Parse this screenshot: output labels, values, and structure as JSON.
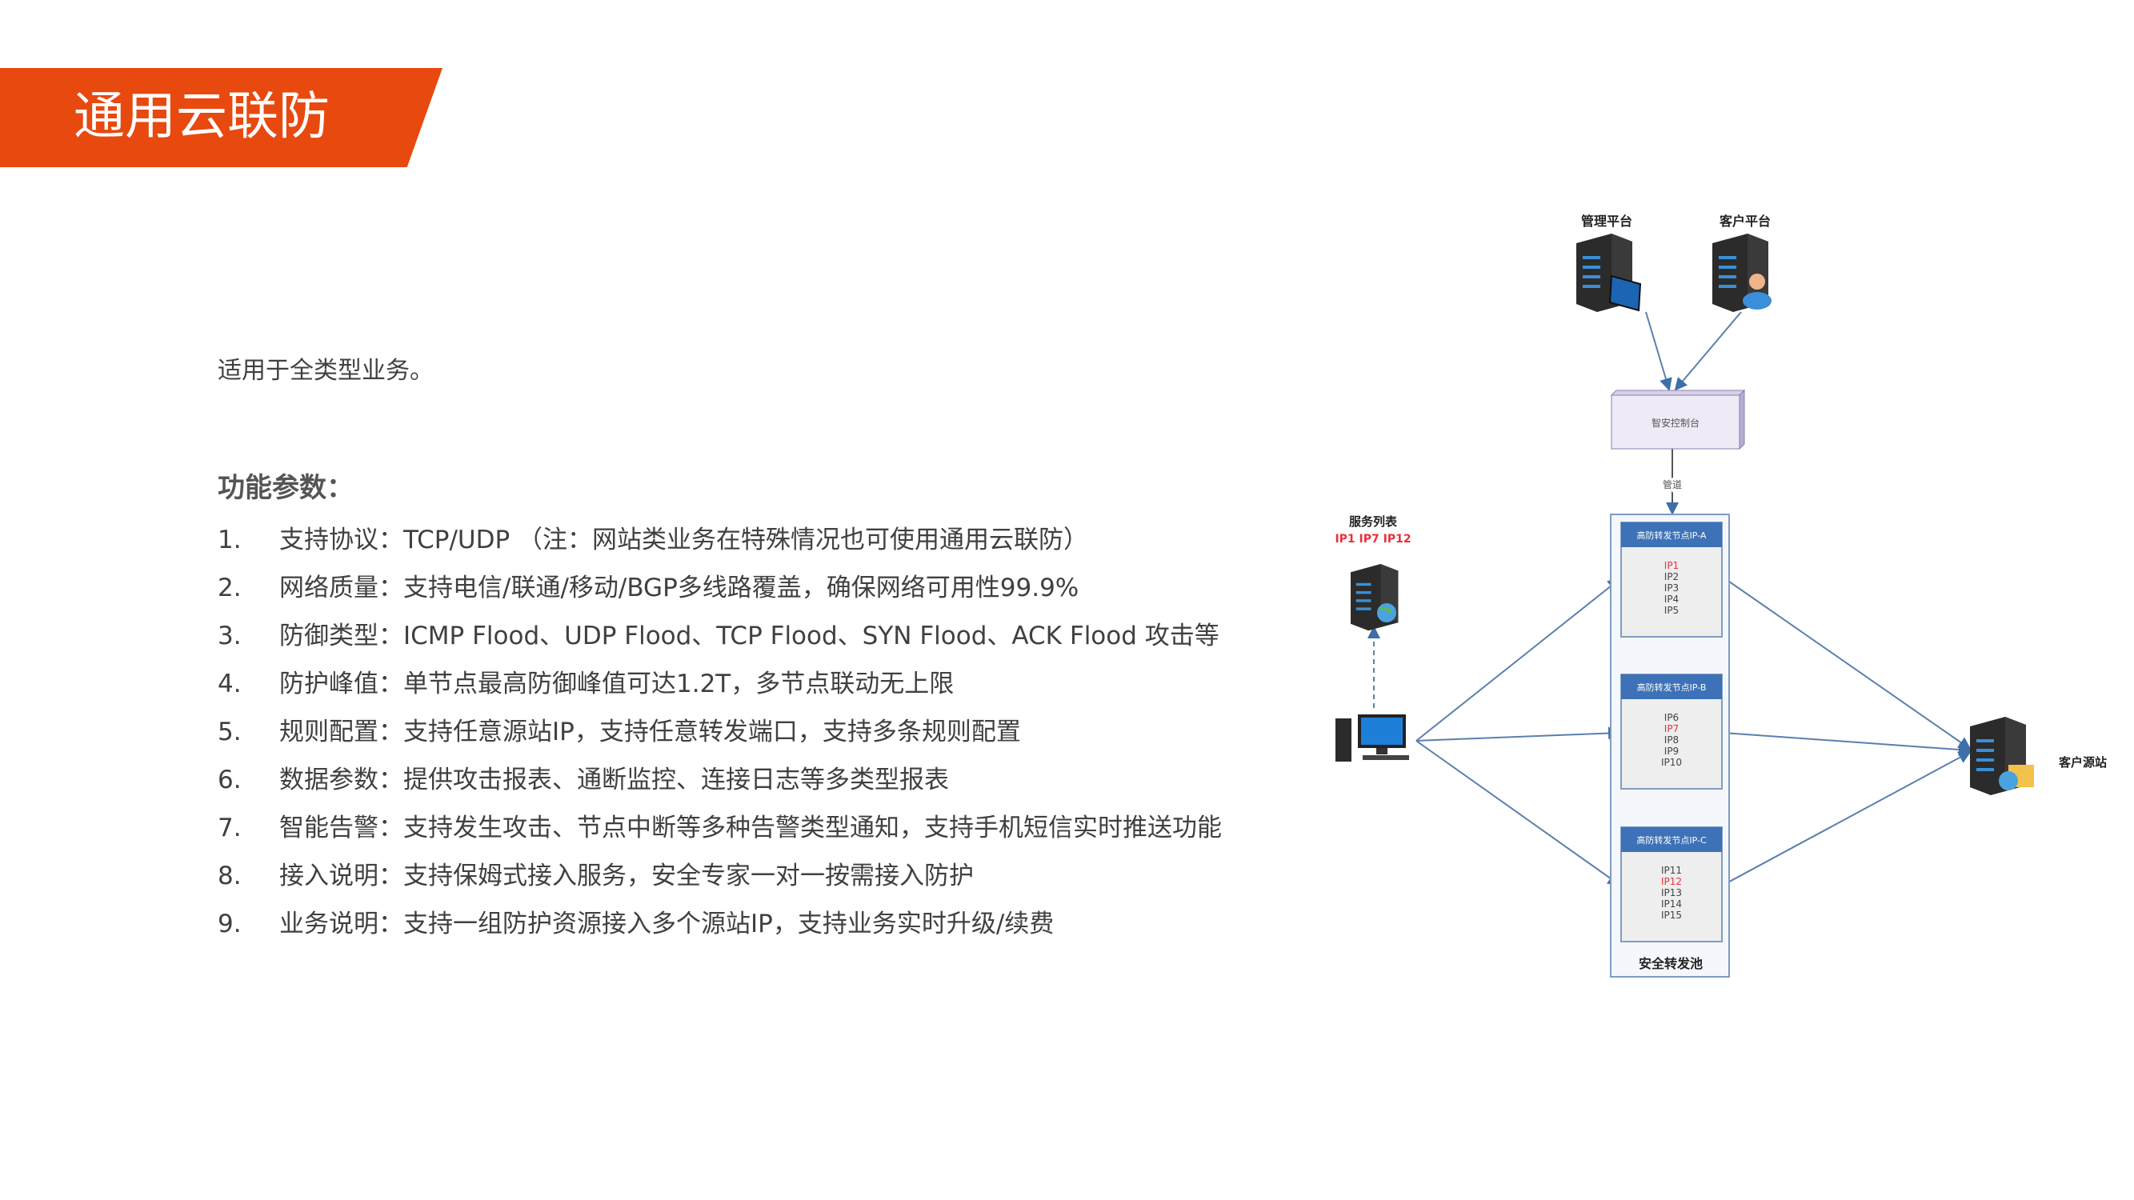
{
  "title": "通用云联防",
  "intro": "适用于全类型业务。",
  "params_heading": "功能参数：",
  "params": [
    {
      "num": "1.",
      "text": "支持协议：TCP/UDP （注：网站类业务在特殊情况也可使用通用云联防）"
    },
    {
      "num": "2.",
      "text": "网络质量：支持电信/联通/移动/BGP多线路覆盖，确保网络可用性99.9%"
    },
    {
      "num": "3.",
      "text": "防御类型：ICMP Flood、UDP Flood、TCP Flood、SYN Flood、ACK Flood 攻击等"
    },
    {
      "num": "4.",
      "text": "防护峰值：单节点最高防御峰值可达1.2T，多节点联动无上限"
    },
    {
      "num": "5.",
      "text": "规则配置：支持任意源站IP，支持任意转发端口，支持多条规则配置"
    },
    {
      "num": "6.",
      "text": "数据参数：提供攻击报表、通断监控、连接日志等多类型报表"
    },
    {
      "num": "7.",
      "text": "智能告警：支持发生攻击、节点中断等多种告警类型通知，支持手机短信实时推送功能"
    },
    {
      "num": "8.",
      "text": "接入说明：支持保姆式接入服务，安全专家一对一按需接入防护"
    },
    {
      "num": "9.",
      "text": "业务说明：支持一组防护资源接入多个源站IP，支持业务实时升级/续费"
    }
  ],
  "diagram": {
    "mgmt_platform": "管理平台",
    "client_platform": "客户平台",
    "console": "智安控制台",
    "pipe": "管道",
    "service_list": "服务列表",
    "service_ips": "IP1 IP7 IP12",
    "pool_label": "安全转发池",
    "origin": "客户源站",
    "nodes": [
      {
        "title": "高防转发节点IP-A",
        "ips": [
          "IP1",
          "IP2",
          "IP3",
          "IP4",
          "IP5"
        ],
        "highlight": 0
      },
      {
        "title": "高防转发节点IP-B",
        "ips": [
          "IP6",
          "IP7",
          "IP8",
          "IP9",
          "IP10"
        ],
        "highlight": 1
      },
      {
        "title": "高防转发节点IP-C",
        "ips": [
          "IP11",
          "IP12",
          "IP13",
          "IP14",
          "IP15"
        ],
        "highlight": 1
      }
    ]
  },
  "colors": {
    "accent": "#e8490f",
    "node_header": "#3d72b8",
    "highlight": "#e8303a"
  }
}
